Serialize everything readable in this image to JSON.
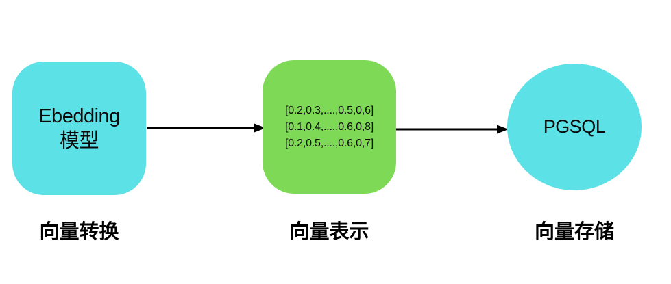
{
  "diagram": {
    "colors": {
      "background": "#FFFFFF",
      "node_cyan": "#5CE1E6",
      "node_green": "#7ED957",
      "arrow": "#000000",
      "text": "#000000"
    },
    "nodes": {
      "embedding": {
        "shape": "rounded-rect",
        "color": "#5CE1E6",
        "line1": "Ebedding",
        "line2": "模型",
        "caption": "向量转换"
      },
      "vectors": {
        "shape": "rounded-rect",
        "color": "#7ED957",
        "line1": "[0.2,0.3,....,0.5,0,6]",
        "line2": "[0.1,0.4,....,0.6,0,8]",
        "line3": "[0.2,0.5,....,0.6,0,7]",
        "caption": "向量表示"
      },
      "pgsql": {
        "shape": "circle",
        "color": "#5CE1E6",
        "line1": "PGSQL",
        "caption": "向量存储"
      }
    },
    "arrows": [
      {
        "from": "embedding",
        "to": "vectors"
      },
      {
        "from": "vectors",
        "to": "pgsql"
      }
    ]
  }
}
